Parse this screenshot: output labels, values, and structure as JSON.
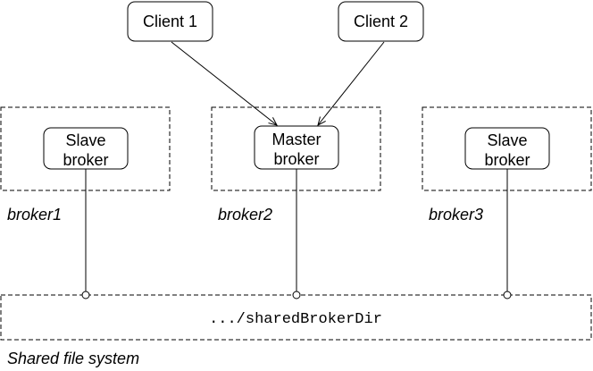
{
  "clients": [
    {
      "label": "Client 1"
    },
    {
      "label": "Client 2"
    }
  ],
  "brokers": [
    {
      "line1": "Slave",
      "line2": "broker",
      "name": "broker1"
    },
    {
      "line1": "Master",
      "line2": "broker",
      "name": "broker2"
    },
    {
      "line1": "Slave",
      "line2": "broker",
      "name": "broker3"
    }
  ],
  "shared": {
    "path": ".../sharedBrokerDir",
    "caption": "Shared file system"
  }
}
